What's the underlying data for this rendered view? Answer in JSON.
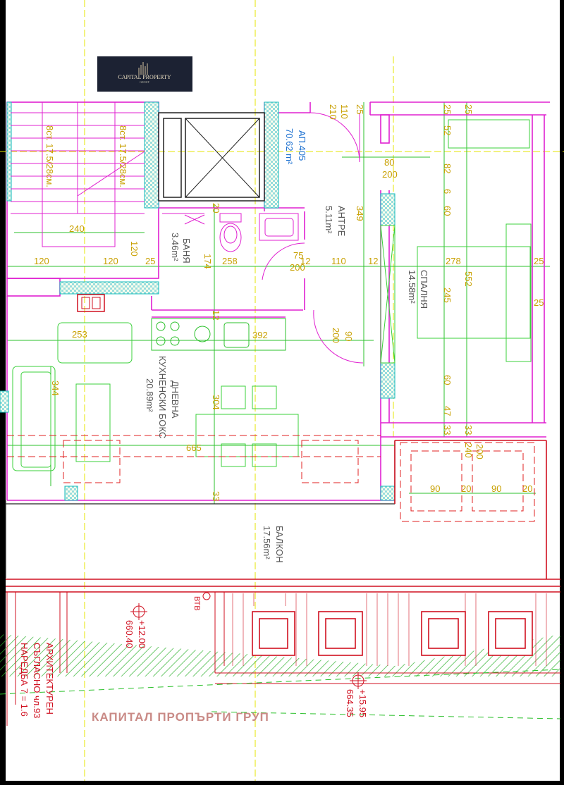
{
  "logo": {
    "name": "CAPITAL PROPERTY",
    "sub": "GROUP"
  },
  "watermark": "КАПИТАЛ ПРОПЪРТИ ГРУП",
  "apartment": {
    "id": "АП.405",
    "area": "70.62 m²"
  },
  "rooms": {
    "living": {
      "name1": "ДНЕВНА",
      "name2": "КУХНЕНСКИ БОКС",
      "area": "20.89m²"
    },
    "bedroom": {
      "name": "СПАЛНЯ",
      "area": "14.58m²"
    },
    "bath": {
      "name": "БАНЯ",
      "area": "3.46m²"
    },
    "hall": {
      "name": "АНТРЕ",
      "area": "5.11m²"
    },
    "balcony": {
      "name": "БАЛКОН",
      "area": "17.56m²"
    }
  },
  "stairs": {
    "label1": "8ст. 17.5/28см.",
    "label2": "8ст. 17.5/28см."
  },
  "levels": {
    "l1": "+12.00",
    "l1b": "660.40",
    "l2": "+15.95",
    "l2b": "664.35",
    "vtv": "ВТВ"
  },
  "note": {
    "line1": "АРХИТЕКТУРЕН",
    "line2": "СЪГЛАСНО чл.93",
    "line3": "НАРЕДБА 7 = 1.6"
  },
  "dims": {
    "d210": "210",
    "d110": "110",
    "d25a": "25",
    "d25b": "25",
    "d52": "52",
    "d25c": "25",
    "d80": "80",
    "d200a": "200",
    "d82": "82",
    "d6": "6",
    "d60a": "60",
    "d349": "349",
    "d240": "240",
    "d120a": "120",
    "d120b": "120",
    "d120c": "120",
    "d25d": "25",
    "d20a": "20",
    "d174": "174",
    "d258": "258",
    "d75": "75",
    "d200b": "200",
    "d12a": "12",
    "d110b": "110",
    "d12b": "12",
    "d278": "278",
    "d25e": "25",
    "d552": "552",
    "d245": "245",
    "d25f": "25",
    "d12c": "12",
    "d253": "253",
    "d392": "392",
    "d90a": "90",
    "d200c": "200",
    "d344": "344",
    "d304": "304",
    "d60b": "60",
    "d47": "47",
    "d665": "665",
    "d33a": "33",
    "d33b": "33",
    "d240b": "240",
    "d200d": "200",
    "d90b": "90",
    "d20b": "20",
    "d90c": "90",
    "d20c": "20",
    "d33c": "33"
  }
}
